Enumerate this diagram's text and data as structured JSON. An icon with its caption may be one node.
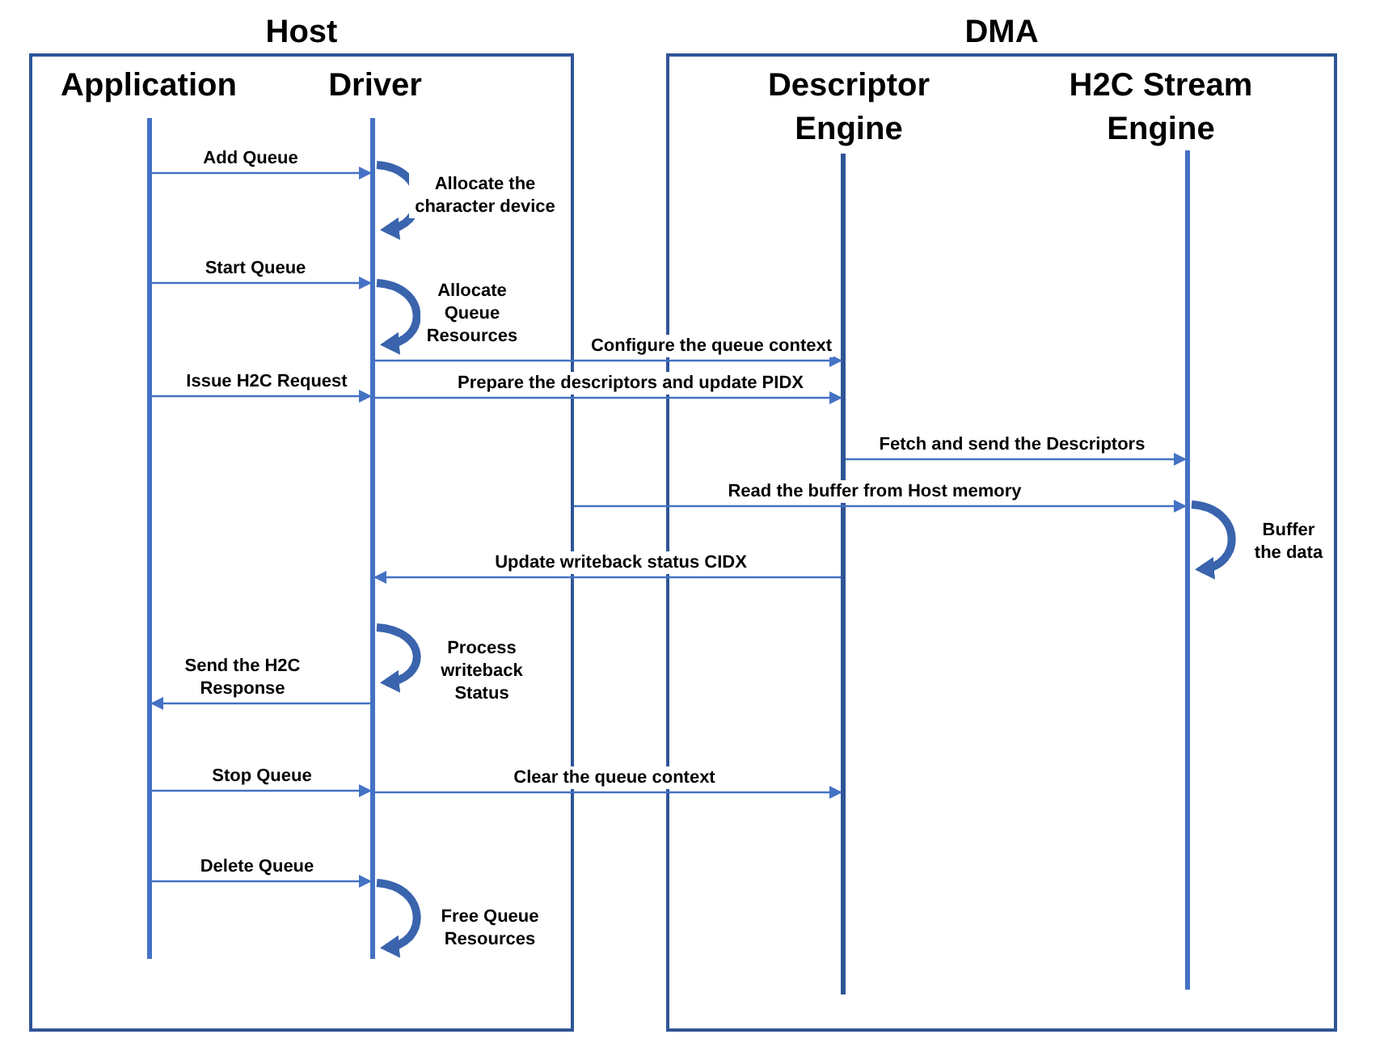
{
  "diagram": {
    "nodes": [
      {
        "text": [
          "Host"
        ]
      },
      {
        "text": [
          "DMA"
        ]
      },
      {
        "text": [],
        "shape": "bar",
        "in": 0,
        "beside": [
          "Application"
        ]
      },
      {
        "text": [],
        "shape": "bar",
        "in": 0,
        "beside": [
          "Driver"
        ]
      },
      {
        "text": [],
        "shape": "bar",
        "in": 1,
        "beside": [
          "Descriptor Engine"
        ]
      },
      {
        "text": [],
        "shape": "bar",
        "in": 1,
        "beside": [
          "H2C Stream Engine"
        ]
      }
    ],
    "edges": [
      {
        "from": 2,
        "to": 3,
        "arrow": "to",
        "label": "Add Queue"
      },
      {
        "from": 3,
        "to": 3,
        "arrow": "to",
        "label": "Allocate the character device",
        "style": "thick"
      },
      {
        "from": 2,
        "to": 3,
        "arrow": "to",
        "label": "Start Queue"
      },
      {
        "from": 3,
        "to": 3,
        "arrow": "to",
        "label": "Allocate Queue Resources",
        "style": "thick"
      },
      {
        "from": 3,
        "to": 4,
        "arrow": "to",
        "label": "Configure the queue context"
      },
      {
        "from": 2,
        "to": 3,
        "arrow": "to",
        "label": "Issue H2C Request"
      },
      {
        "from": 3,
        "to": 4,
        "arrow": "to",
        "label": "Prepare the descriptors and update PIDX"
      },
      {
        "from": 4,
        "to": 5,
        "arrow": "to",
        "label": "Fetch and send the Descriptors"
      },
      {
        "from": 0,
        "to": 5,
        "arrow": "to",
        "label": "Read the buffer from Host memory"
      },
      {
        "from": 5,
        "to": 5,
        "arrow": "to",
        "label": "Buffer the data",
        "style": "thick"
      },
      {
        "from": 4,
        "to": 3,
        "arrow": "to",
        "label": "Update writeback status CIDX"
      },
      {
        "from": 3,
        "to": 3,
        "arrow": "to",
        "label": "Process writeback Status",
        "style": "thick"
      },
      {
        "from": 3,
        "to": 2,
        "arrow": "to",
        "label": "Send the H2C Response"
      },
      {
        "from": 2,
        "to": 3,
        "arrow": "to",
        "label": "Stop Queue"
      },
      {
        "from": 3,
        "to": 4,
        "arrow": "to",
        "label": "Clear the queue context"
      },
      {
        "from": 2,
        "to": 3,
        "arrow": "to",
        "label": "Delete Queue"
      },
      {
        "from": 3,
        "to": 3,
        "arrow": "to",
        "label": "Free Queue Resources",
        "style": "thick"
      }
    ]
  }
}
